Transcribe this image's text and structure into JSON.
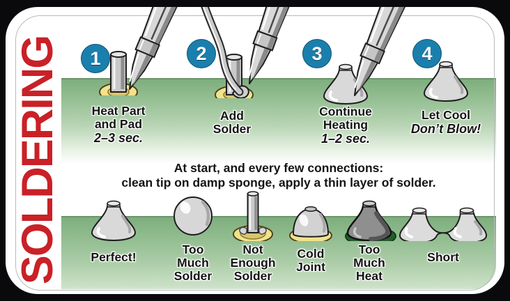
{
  "title": "SOLDERING",
  "colors": {
    "brand_red": "#c92127",
    "badge_blue": "#1a7fad",
    "board_green": "#8fbb8d",
    "pad_yellow": "#f1e38b",
    "burn_green": "#245c2b"
  },
  "steps": [
    {
      "number": "1",
      "label_lines": [
        "Heat Part",
        "and Pad"
      ],
      "note": "2–3 sec."
    },
    {
      "number": "2",
      "label_lines": [
        "Add",
        "Solder"
      ],
      "note": ""
    },
    {
      "number": "3",
      "label_lines": [
        "Continue",
        "Heating"
      ],
      "note": "1–2 sec."
    },
    {
      "number": "4",
      "label_lines": [
        "Let Cool"
      ],
      "note": "Don’t Blow!"
    }
  ],
  "tip_note": {
    "line1": "At start, and every few connections:",
    "line2": "clean tip on damp sponge, apply a thin layer of solder."
  },
  "results": [
    {
      "label_lines": [
        "Perfect!"
      ]
    },
    {
      "label_lines": [
        "Too",
        "Much",
        "Solder"
      ]
    },
    {
      "label_lines": [
        "Not",
        "Enough",
        "Solder"
      ]
    },
    {
      "label_lines": [
        "Cold",
        "Joint"
      ]
    },
    {
      "label_lines": [
        "Too",
        "Much",
        "Heat"
      ]
    },
    {
      "label_lines": [
        "Short"
      ]
    }
  ]
}
